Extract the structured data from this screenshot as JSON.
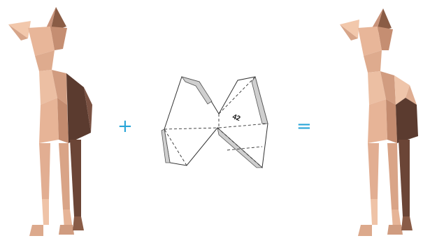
{
  "diagram": {
    "plus_symbol": "+",
    "equals_symbol": "=",
    "net_part_number": "42",
    "operator_color": "#2aa6d8",
    "model_base_color": "#e7b497",
    "model_shadow_color": "#4a3128",
    "icons": [
      "lowpoly-dog-model-left",
      "papercraft-net",
      "lowpoly-dog-model-right"
    ]
  }
}
